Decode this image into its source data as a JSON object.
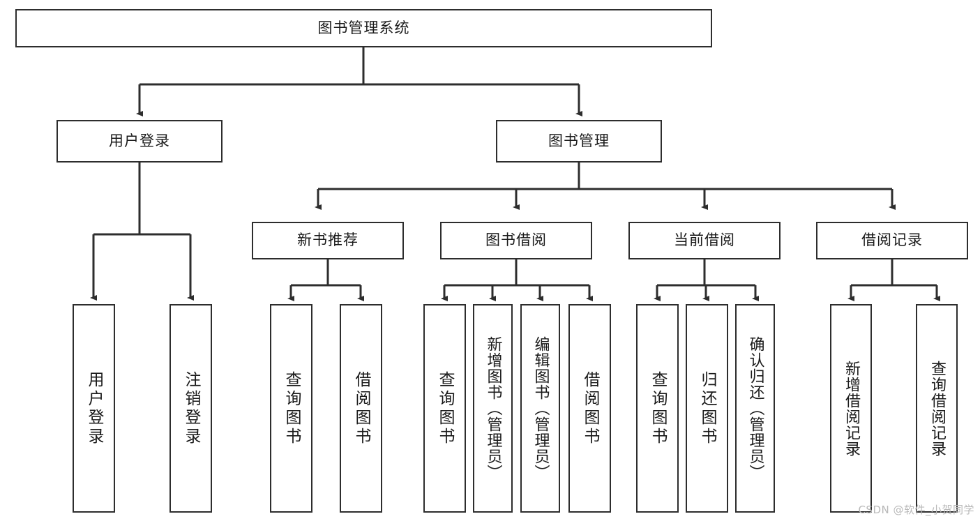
{
  "diagram": {
    "title": "图书管理系统",
    "type": "tree-hierarchy",
    "colors": {
      "box_border": "#2d2d2d",
      "box_fill": "#ffffff",
      "connector": "#2d2d2d",
      "background": "#ffffff",
      "watermark": "#b9b9b9"
    },
    "root": {
      "label": "图书管理系统"
    },
    "level2": [
      {
        "label": "用户登录"
      },
      {
        "label": "图书管理"
      }
    ],
    "level3": [
      {
        "label": "新书推荐"
      },
      {
        "label": "图书借阅"
      },
      {
        "label": "当前借阅"
      },
      {
        "label": "借阅记录"
      }
    ],
    "leaves": {
      "user_login": [
        {
          "label": "用户登录"
        },
        {
          "label": "注销登录"
        }
      ],
      "new_book_recommend": [
        {
          "label": "查询图书"
        },
        {
          "label": "借阅图书"
        }
      ],
      "book_borrow": [
        {
          "label": "查询图书"
        },
        {
          "label": "新增图书（管理员）"
        },
        {
          "label": "编辑图书（管理员）"
        },
        {
          "label": "借阅图书"
        }
      ],
      "current_borrow": [
        {
          "label": "查询图书"
        },
        {
          "label": "归还图书"
        },
        {
          "label": "确认归还（管理员）"
        }
      ],
      "borrow_record": [
        {
          "label": "新增借阅记录"
        },
        {
          "label": "查询借阅记录"
        }
      ]
    }
  },
  "watermark": {
    "text": "CSDN @软件_小贺同学"
  }
}
